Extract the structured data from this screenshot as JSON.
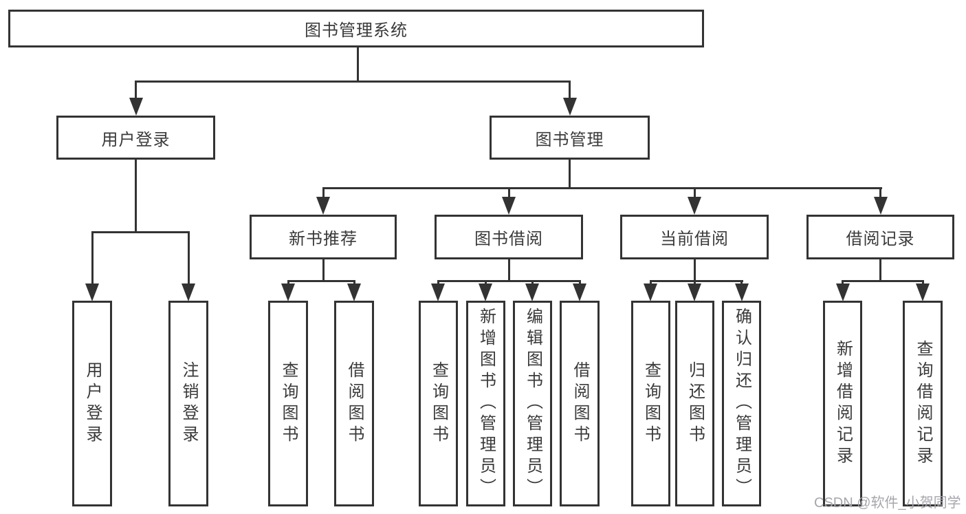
{
  "diagram": {
    "title_node": {
      "label": "图书管理系统"
    },
    "level2": [
      {
        "label": "用户登录"
      },
      {
        "label": "图书管理"
      }
    ],
    "level3": [
      {
        "label": "新书推荐"
      },
      {
        "label": "图书借阅"
      },
      {
        "label": "当前借阅"
      },
      {
        "label": "借阅记录"
      }
    ],
    "leaves": {
      "user_login": [
        "用户登录",
        "注销登录"
      ],
      "new_book": [
        "查询图书",
        "借阅图书"
      ],
      "borrow": [
        "查询图书",
        "新增图书（管理员）",
        "编辑图书（管理员）",
        "借阅图书"
      ],
      "current": [
        "查询图书",
        "归还图书",
        "确认归还（管理员）"
      ],
      "records": [
        "新增借阅记录",
        "查询借阅记录"
      ]
    }
  },
  "watermark": {
    "text": "CSDN @软件_小贺同学",
    "color": "#a6a6ac"
  },
  "colors": {
    "line": "#333333",
    "text": "#3a3a3a",
    "background": "#ffffff"
  }
}
